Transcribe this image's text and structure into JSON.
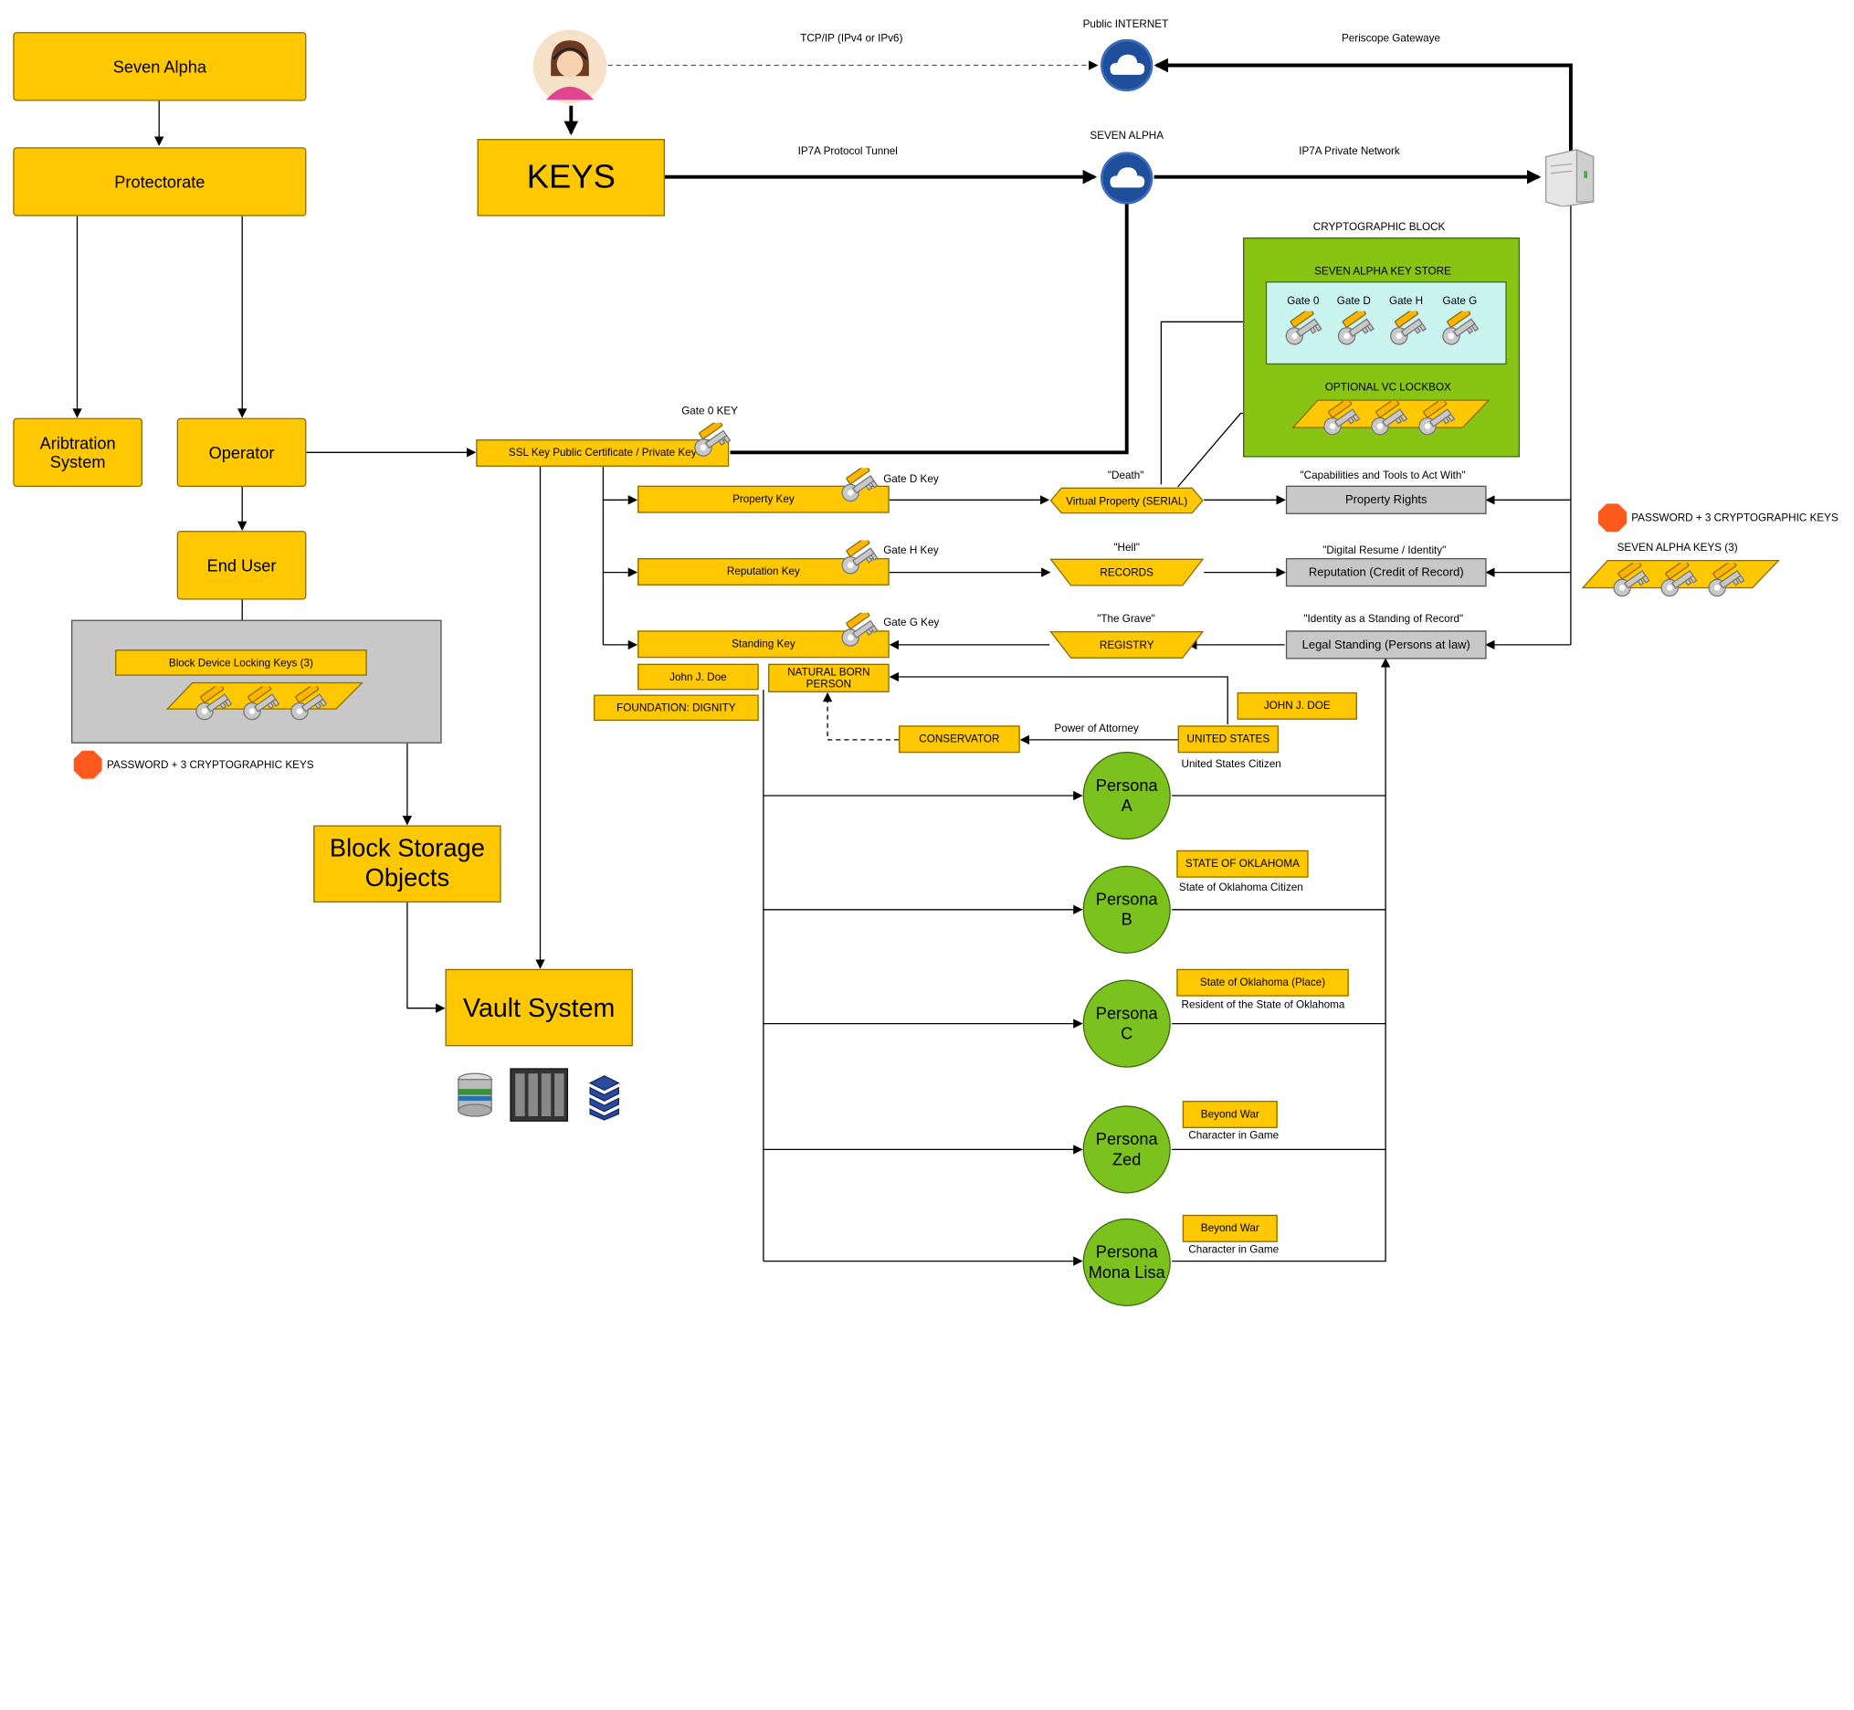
{
  "colors": {
    "yellow": "#ffc800",
    "green": "#7cc21e",
    "block_green": "#88c414",
    "grey": "#c8c8c8",
    "cloud_blue": "#1f4e9a",
    "stop": "#ff5a1e"
  },
  "boxes": {
    "seven_alpha": "Seven Alpha",
    "protectorate": "Protectorate",
    "arbitration": "Aribtration System",
    "operator": "Operator",
    "end_user": "End User",
    "block_device_keys": "Block Device Locking Keys (3)",
    "block_storage": "Block Storage Objects",
    "vault": "Vault System",
    "keys": "KEYS",
    "ssl_key": "SSL Key Public Certificate / Private Key",
    "property_key": "Property Key",
    "reputation_key": "Reputation Key",
    "standing_key": "Standing Key",
    "john_doe_small": "John J. Doe",
    "foundation": "FOUNDATION: DIGNITY",
    "natural_born": "NATURAL BORN PERSON",
    "conservator": "CONSERVATOR",
    "united_states": "UNITED STATES",
    "john_doe_caps": "JOHN J. DOE",
    "state_ok": "STATE OF OKLAHOMA",
    "state_ok_place": "State of Oklahoma (Place)",
    "beyond_war_1": "Beyond War",
    "beyond_war_2": "Beyond War",
    "virtual_property": "Virtual Property (SERIAL)",
    "records": "RECORDS",
    "registry": "REGISTRY",
    "property_rights": "Property Rights",
    "reputation_credit": "Reputation (Credit of Record)",
    "legal_standing": "Legal Standing (Persons at law)"
  },
  "labels": {
    "tcpip": "TCP/IP (IPv4 or IPv6)",
    "public_internet": "Public INTERNET",
    "periscope": "Periscope Gatewaye",
    "ip7a_tunnel": "IP7A Protocol Tunnel",
    "seven_alpha_cloud": "SEVEN ALPHA",
    "ip7a_private": "IP7A Private Network",
    "crypto_block": "CRYPTOGRAPHIC BLOCK",
    "key_store": "SEVEN ALPHA KEY STORE",
    "gate0": "Gate 0",
    "gated": "Gate D",
    "gateh": "Gate H",
    "gateg": "Gate G",
    "lockbox": "OPTIONAL VC LOCKBOX",
    "gate0_key": "Gate 0 KEY",
    "gated_key": "Gate D Key",
    "gateh_key": "Gate H Key",
    "gateg_key": "Gate G Key",
    "death": "\"Death\"",
    "hell": "\"Hell\"",
    "grave": "\"The Grave\"",
    "capabilities": "\"Capabilities and Tools to Act With\"",
    "digital_resume": "\"Digital Resume / Identity\"",
    "identity_standing": "\"Identity as a Standing of Record\"",
    "password_right": "PASSWORD + 3 CRYPTOGRAPHIC KEYS",
    "seven_alpha_keys": "SEVEN ALPHA KEYS (3)",
    "password_left": "PASSWORD + 3 CRYPTOGRAPHIC KEYS",
    "power_of_attorney": "Power of Attorney",
    "us_citizen": "United States Citizen",
    "ok_citizen": "State of Oklahoma Citizen",
    "ok_resident": "Resident of the State of Oklahoma",
    "char_game_1": "Character in Game",
    "char_game_2": "Character in Game"
  },
  "personas": {
    "a": [
      "Persona",
      "A"
    ],
    "b": [
      "Persona",
      "B"
    ],
    "c": [
      "Persona",
      "C"
    ],
    "zed": [
      "Persona",
      "Zed"
    ],
    "mona": [
      "Persona",
      "Mona Lisa"
    ]
  },
  "icons": [
    "user-avatar-icon",
    "cloud-icon",
    "server-icon",
    "key-icon",
    "stop-octagon-icon",
    "database-icon",
    "server-rack-icon",
    "storage-stack-icon"
  ]
}
